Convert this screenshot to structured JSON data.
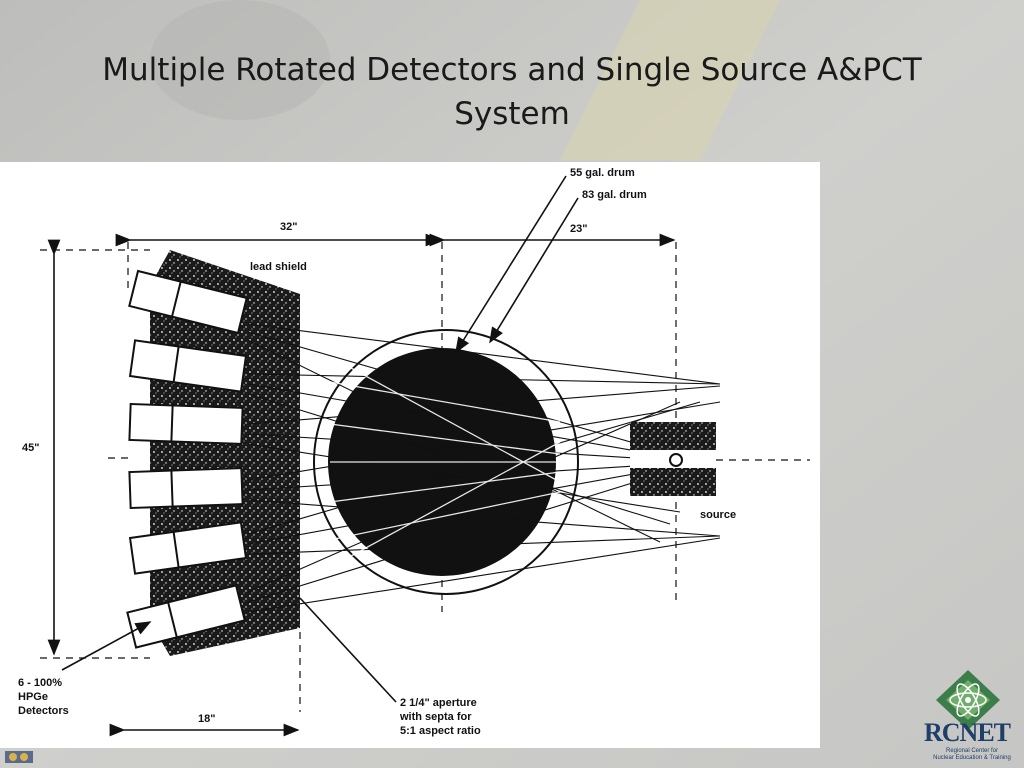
{
  "slide": {
    "title": "Multiple Rotated Detectors and Single Source A&PCT System"
  },
  "diagram": {
    "labels": {
      "dim_32": "32\"",
      "dim_23": "23\"",
      "dim_45": "45\"",
      "dim_18": "18\"",
      "drum_55": "55 gal. drum",
      "drum_83": "83 gal. drum",
      "lead_shield": "lead shield",
      "source": "source",
      "detectors_line1": "6 - 100%",
      "detectors_line2": "HPGe",
      "detectors_line3": "Detectors",
      "aperture_line1": "2 1/4\" aperture",
      "aperture_line2": "with septa for",
      "aperture_line3": "5:1 aspect ratio"
    }
  },
  "logo": {
    "name": "RCNET",
    "subtitle_line1": "Regional Center for",
    "subtitle_line2": "Nuclear Education & Training"
  },
  "colors": {
    "background": "#c9c9c7",
    "logo_green": "#3d7d4a",
    "logo_blue": "#1f3f6a"
  }
}
